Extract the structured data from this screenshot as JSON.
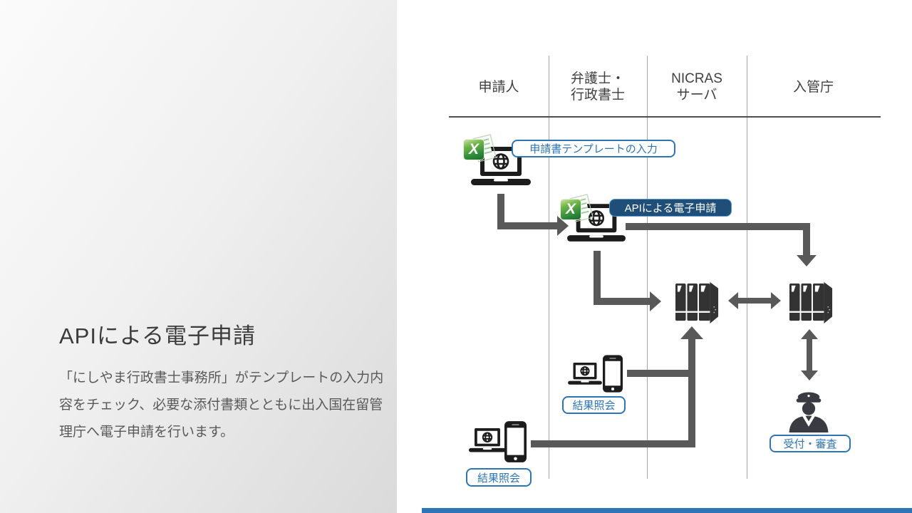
{
  "slide": {
    "title": "APIによる電子申請",
    "body": "「にしやま行政書士事務所」がテンプレートの入力内容をチェック、必要な添付書類とともに出入国在留管理庁へ電子申請を行います。"
  },
  "diagram": {
    "lane_headers": [
      {
        "line1": "申請人",
        "line2": ""
      },
      {
        "line1": "弁護士・",
        "line2": "行政書士"
      },
      {
        "line1": "NICRAS",
        "line2": "サーバ"
      },
      {
        "line1": "入管庁",
        "line2": ""
      }
    ],
    "callouts": {
      "template_input": "申請書テンプレートの入力",
      "api_application": "APIによる電子申請",
      "result_inquiry_mid": "結果照会",
      "result_inquiry_bottom": "結果照会",
      "reception_review": "受付・審査"
    },
    "icons": {
      "excel_letter": "X"
    },
    "colors": {
      "accent_blue": "#2e75b6",
      "navy_fill": "#1f4e79",
      "arrow_gray": "#595959",
      "lane_line_gray": "#a6a6a6",
      "header_text": "#404040",
      "icon_dark": "#1c1c1c"
    }
  },
  "footer": {
    "bar_color": "#2e75b6"
  }
}
